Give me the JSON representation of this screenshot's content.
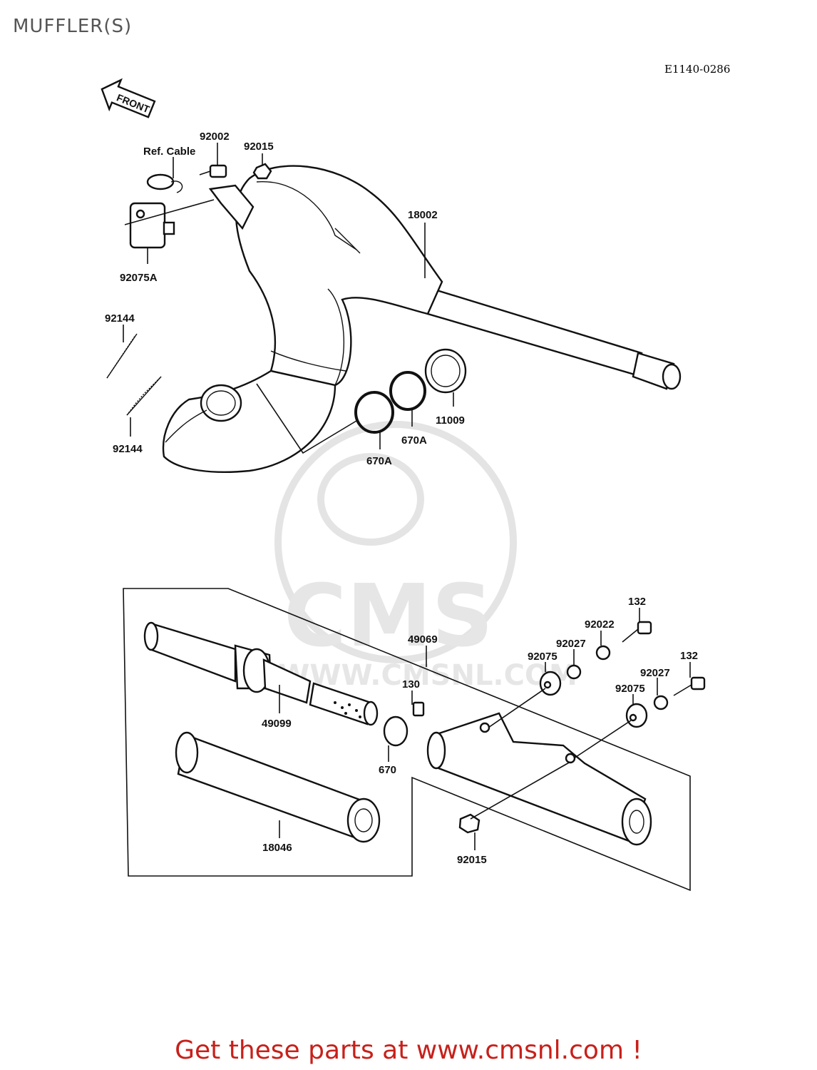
{
  "title": "MUFFLER(S)",
  "drawing_code": "E1140-0286",
  "front_label": "FRONT",
  "watermark": {
    "logo_text": "CMS",
    "url_text": "WWW.CMSNL.COM"
  },
  "callouts": {
    "c92002": "92002",
    "c92015_top": "92015",
    "ref_cable": "Ref. Cable",
    "c18002": "18002",
    "c92075A": "92075A",
    "c92144_a": "92144",
    "c92144_b": "92144",
    "c11009": "11009",
    "c670A_a": "670A",
    "c670A_b": "670A",
    "c49069": "49069",
    "c49099": "49099",
    "c130": "130",
    "c670": "670",
    "c18046": "18046",
    "c92015_bot": "92015",
    "c132_a": "132",
    "c92022": "92022",
    "c92027_a": "92027",
    "c92075_a": "92075",
    "c132_b": "132",
    "c92027_b": "92027",
    "c92075_b": "92075"
  },
  "footer": "Get these parts at www.cmsnl.com !"
}
